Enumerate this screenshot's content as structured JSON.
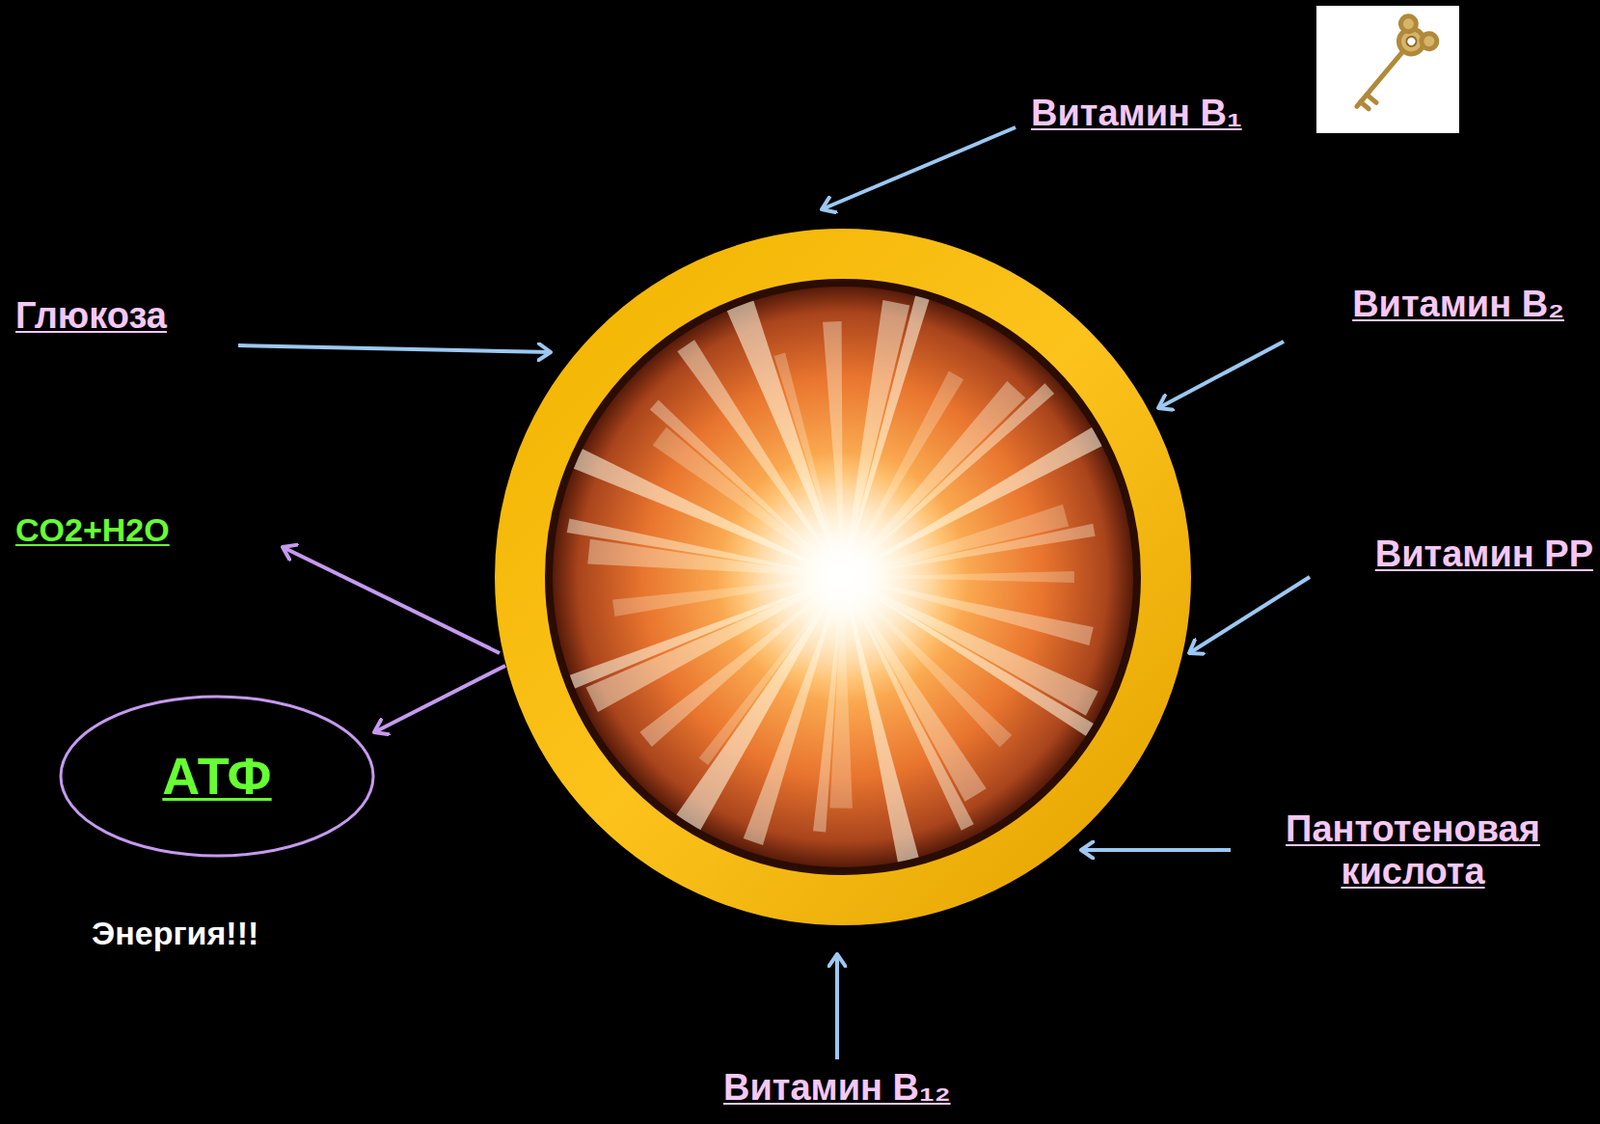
{
  "diagram": {
    "nodes": [
      {
        "text": [
          "АТФ"
        ]
      }
    ],
    "labels": [
      "Витамин B₁",
      "Глюкоза",
      "Витамин B₂",
      "CO2+H2O",
      "Витамин PP",
      "Энергия!!!",
      "Пантотеновая кислота",
      "Витамин B₁₂"
    ]
  }
}
